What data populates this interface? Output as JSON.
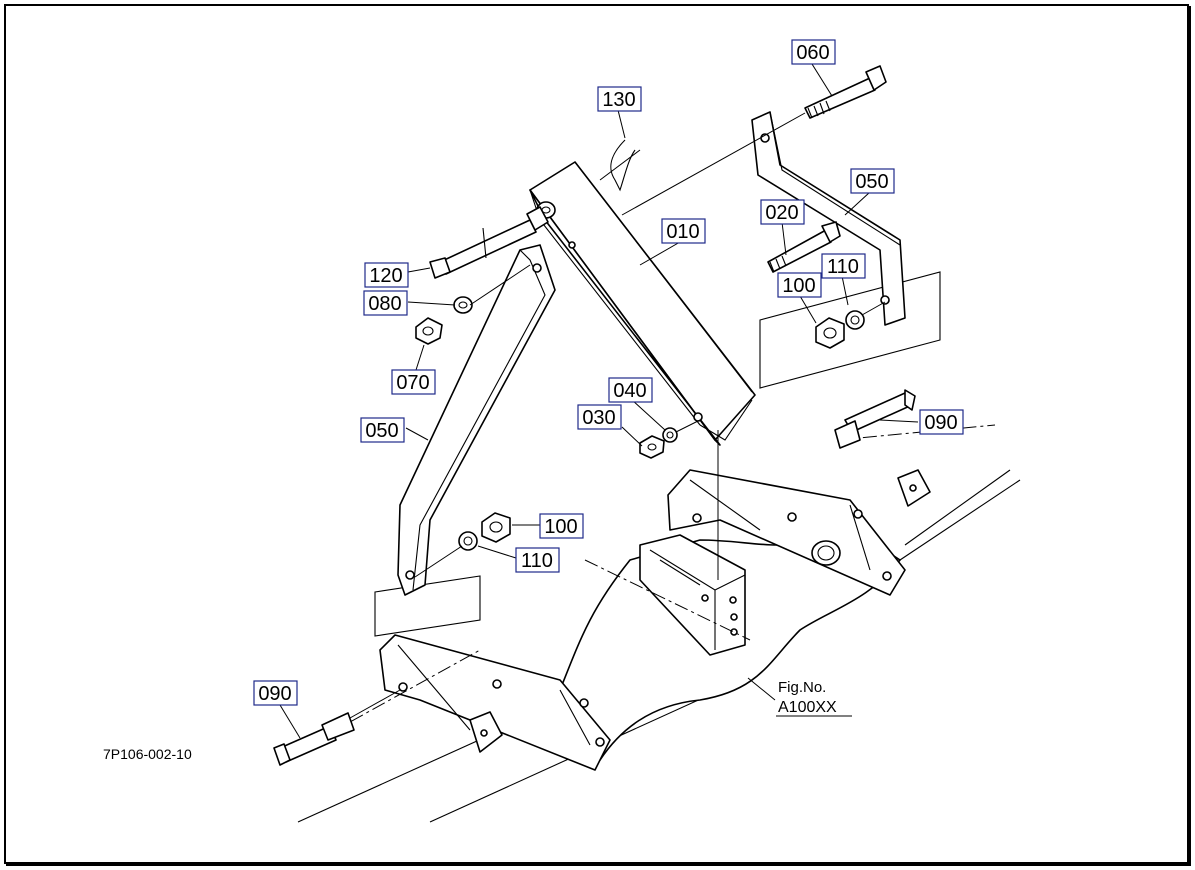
{
  "diagram": {
    "drawing_number": "7P106-002-10",
    "figure_label": "Fig.No.",
    "figure_number": "A100XX",
    "callouts": {
      "p060": "060",
      "p130": "130",
      "p050_upper": "050",
      "p010": "010",
      "p020": "020",
      "p110_upper": "110",
      "p120": "120",
      "p080": "080",
      "p100_upper": "100",
      "p070": "070",
      "p040": "040",
      "p030": "030",
      "p090_right": "090",
      "p050_left": "050",
      "p100_lower": "100",
      "p110_lower": "110",
      "p090_left": "090"
    }
  }
}
